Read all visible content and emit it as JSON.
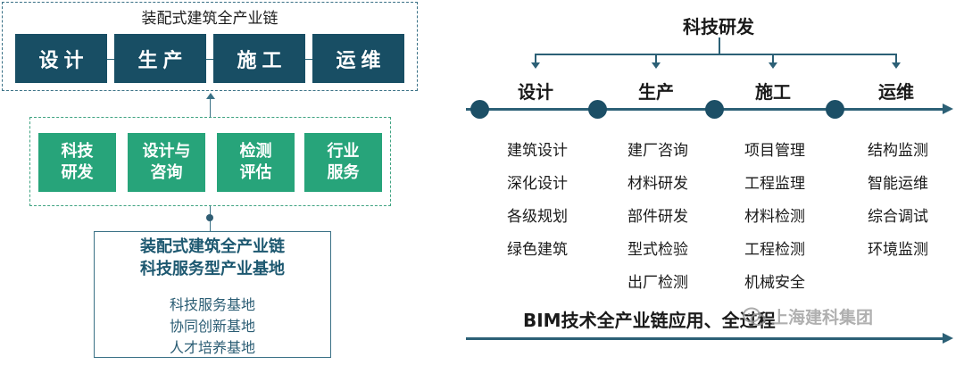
{
  "left_panel": {
    "chain_title": "装配式建筑全产业链",
    "stages": [
      "设计",
      "生产",
      "施工",
      "运维"
    ],
    "services": [
      [
        "科技",
        "研发"
      ],
      [
        "设计与",
        "咨询"
      ],
      [
        "检测",
        "评估"
      ],
      [
        "行业",
        "服务"
      ]
    ],
    "base_title_1": "装配式建筑全产业链",
    "base_title_2": "科技服务型产业基地",
    "base_items": [
      "科技服务基地",
      "协同创新基地",
      "人才培养基地"
    ]
  },
  "right_panel": {
    "rd_title": "科技研发",
    "phases": [
      "设计",
      "生产",
      "施工",
      "运维"
    ],
    "columns": [
      [
        "建筑设计",
        "深化设计",
        "各级规划",
        "绿色建筑"
      ],
      [
        "建厂咨询",
        "材料研发",
        "部件研发",
        "型式检验",
        "出厂检测"
      ],
      [
        "项目管理",
        "工程监理",
        "材料检测",
        "工程检测",
        "机械安全"
      ],
      [
        "结构监测",
        "智能运维",
        "综合调试",
        "环境监测"
      ]
    ],
    "bim_label": "BIM技术全产业链应用、全过程",
    "watermark": "上海建科集团"
  },
  "colors": {
    "navy": "#184e64",
    "green": "#27a47a",
    "line": "#2c6076"
  }
}
